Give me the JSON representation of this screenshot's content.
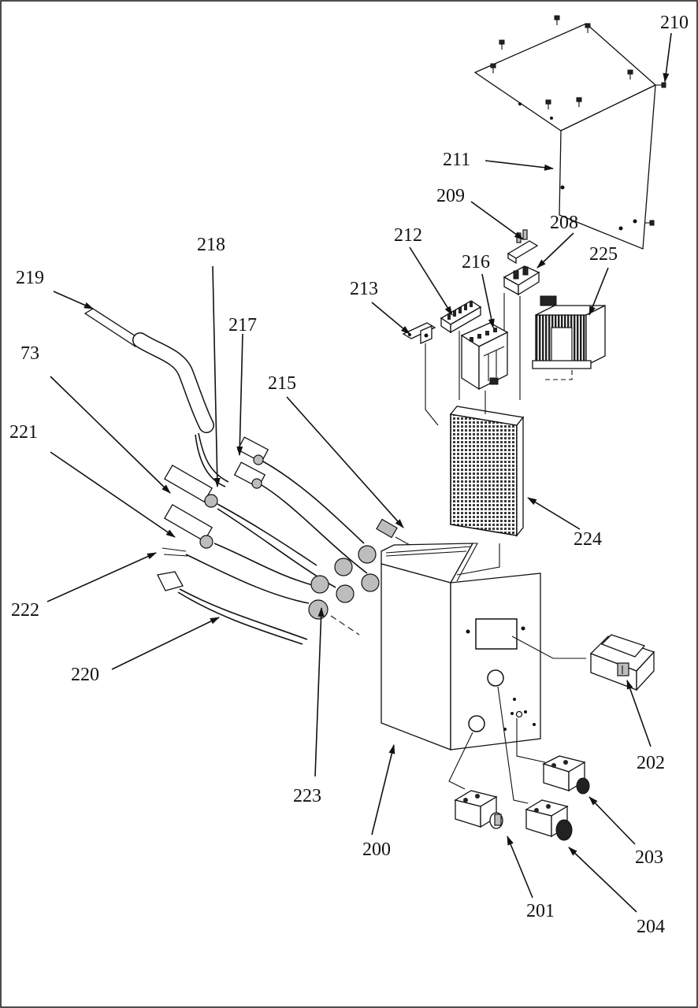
{
  "labels": {
    "l210": "210",
    "l211": "211",
    "l209": "209",
    "l208": "208",
    "l212": "212",
    "l216": "216",
    "l225": "225",
    "l213": "213",
    "l218": "218",
    "l219": "219",
    "l217": "217",
    "l73": "73",
    "l215": "215",
    "l221": "221",
    "l224": "224",
    "l222": "222",
    "l220": "220",
    "l202": "202",
    "l223": "223",
    "l203": "203",
    "l200": "200",
    "l201": "201",
    "l204": "204"
  }
}
